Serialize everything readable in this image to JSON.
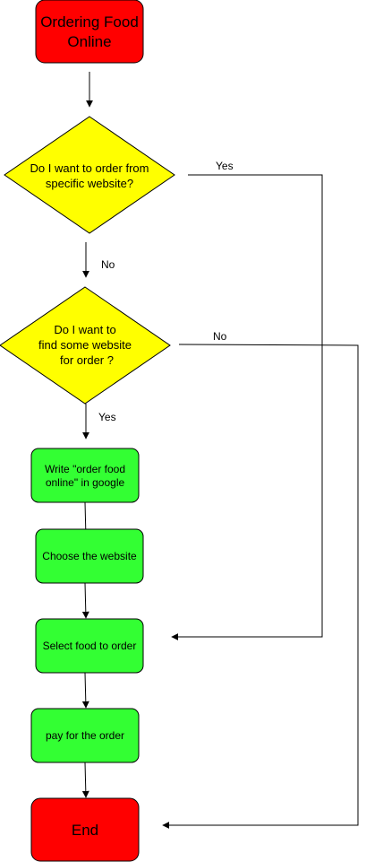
{
  "colors": {
    "terminal_fill": "#ff0000",
    "decision_fill": "#ffff00",
    "process_fill": "#33ff33",
    "stroke": "#000000"
  },
  "nodes": {
    "start": {
      "line1": "Ordering Food",
      "line2": "Online"
    },
    "decision1": {
      "line1": "Do I want to order from",
      "line2": "specific website?"
    },
    "decision2": {
      "line1": "Do I want to",
      "line2": "find some website",
      "line3": "for order ?"
    },
    "step1": {
      "line1": "Write \"order food",
      "line2": "online\" in google"
    },
    "step2": {
      "label": "Choose the website"
    },
    "step3": {
      "label": "Select food to order"
    },
    "step4": {
      "label": "pay for the order"
    },
    "end": {
      "label": "End"
    }
  },
  "edge_labels": {
    "d1_no": "No",
    "d1_yes": "Yes",
    "d2_no": "No",
    "d2_yes": "Yes"
  }
}
